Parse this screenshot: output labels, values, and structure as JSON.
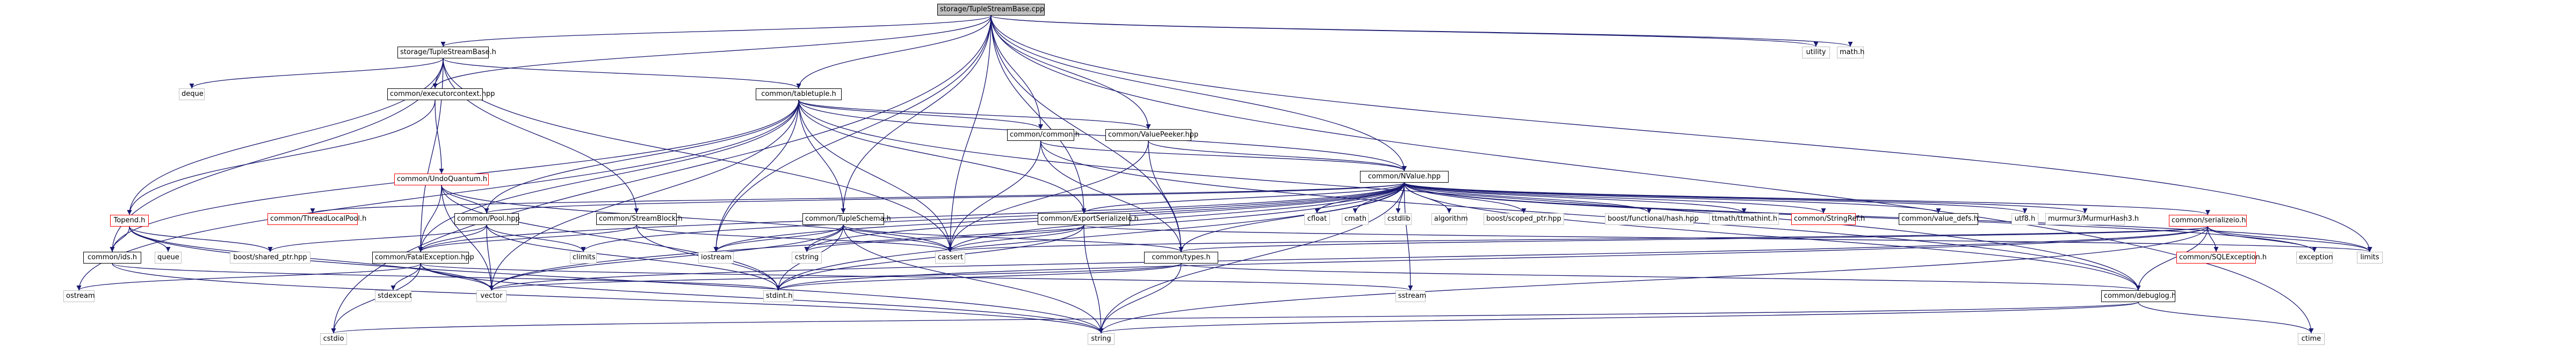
{
  "nodes": {
    "root": "storage/TupleStreamBase.cpp",
    "tsb_h": "storage/TupleStreamBase.h",
    "utility": "utility",
    "math_h": "math.h",
    "deque": "deque",
    "execctx": "common/executorcontext.hpp",
    "tabletuple": "common/tabletuple.h",
    "topend": "Topend.h",
    "undoquantum": "common/UndoQuantum.h",
    "common_h": "common/common.h",
    "valuepeeker": "common/ValuePeeker.hpp",
    "nvalue": "common/NValue.hpp",
    "threadlocal": "common/ThreadLocalPool.h",
    "pool": "common/Pool.hpp",
    "streamblock": "common/StreamBlock.h",
    "tupleschema": "common/TupleSchema.h",
    "exportser": "common/ExportSerializeIo.h",
    "cfloat": "cfloat",
    "cmath": "cmath",
    "cstdlib": "cstdlib",
    "algorithm": "algorithm",
    "scoped_ptr": "boost/scoped_ptr.hpp",
    "functional_hash": "boost/functional/hash.hpp",
    "ttmathint": "ttmath/ttmathint.h",
    "stringref": "common/StringRef.h",
    "valuedefs": "common/value_defs.h",
    "utf8": "utf8.h",
    "murmur": "murmur3/MurmurHash3.h",
    "serializeio": "common/serializeio.h",
    "ids": "common/ids.h",
    "queue": "queue",
    "shared_ptr": "boost/shared_ptr.hpp",
    "fatalexc": "common/FatalException.hpp",
    "climits": "climits",
    "iostream": "iostream",
    "cstring": "cstring",
    "cassert": "cassert",
    "types": "common/types.h",
    "sqlexc": "common/SQLException.h",
    "exception": "exception",
    "limits": "limits",
    "ostream": "ostream",
    "stdexcept": "stdexcept",
    "vector": "vector",
    "stdint": "stdint.h",
    "sstream": "sstream",
    "debuglog": "common/debuglog.h",
    "cstdio": "cstdio",
    "string": "string",
    "ctime": "ctime"
  },
  "colors": {
    "edge": "#191970",
    "node_border": "#000000",
    "missing_border": "#ff0000",
    "external_border": "#bfbfbf",
    "root_fill": "#bfbfbf"
  }
}
